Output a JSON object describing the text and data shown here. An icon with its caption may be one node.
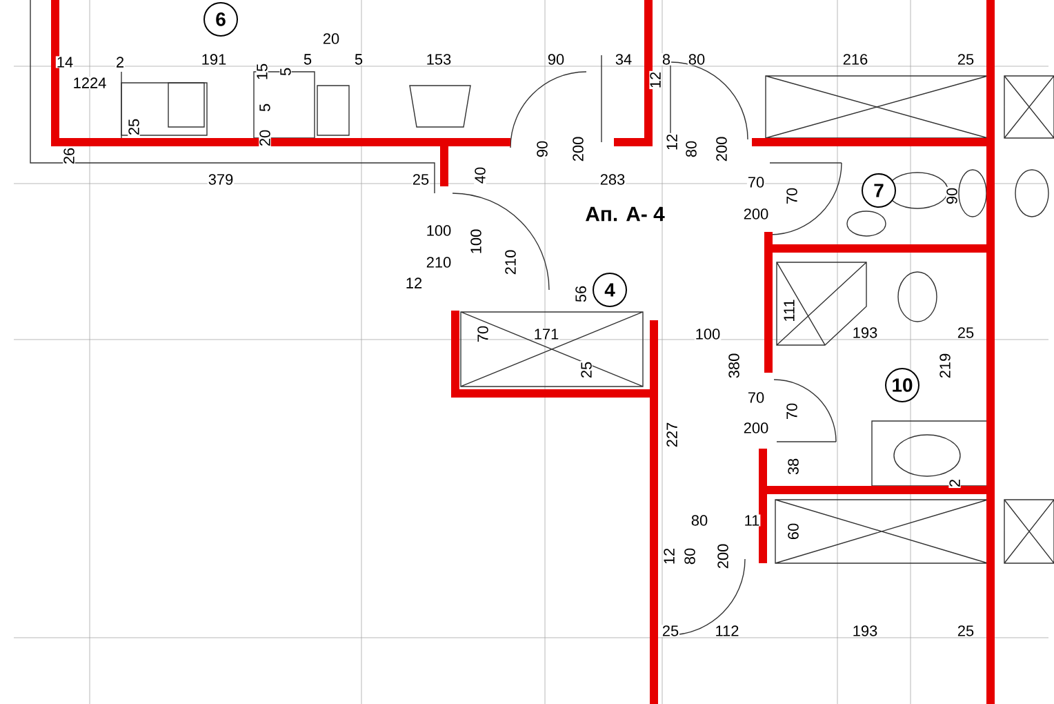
{
  "diagram": {
    "nodes": [
      {
        "text": [
          "6"
        ]
      },
      {
        "text": [
          "7"
        ]
      },
      {
        "text": [
          "4"
        ]
      },
      {
        "text": [
          "10"
        ]
      }
    ],
    "labels": [
      "14",
      "2",
      "191",
      "20",
      "5",
      "5",
      "153",
      "90",
      "34",
      "8",
      "80",
      "216",
      "25",
      "1224",
      "15",
      "5",
      "12",
      "5",
      "25",
      "20",
      "90",
      "200",
      "12",
      "80",
      "200",
      "26",
      "40",
      "379",
      "25",
      "283",
      "70",
      "70",
      "90",
      "Ап. А- 4",
      "200",
      "100",
      "100",
      "210",
      "210",
      "12",
      "56",
      "111",
      "70",
      "171",
      "100",
      "193",
      "25",
      "380",
      "25",
      "219",
      "70",
      "70",
      "200",
      "227",
      "38",
      "2",
      "80",
      "11",
      "60",
      "80",
      "200",
      "12",
      "25",
      "112",
      "193",
      "25"
    ]
  }
}
